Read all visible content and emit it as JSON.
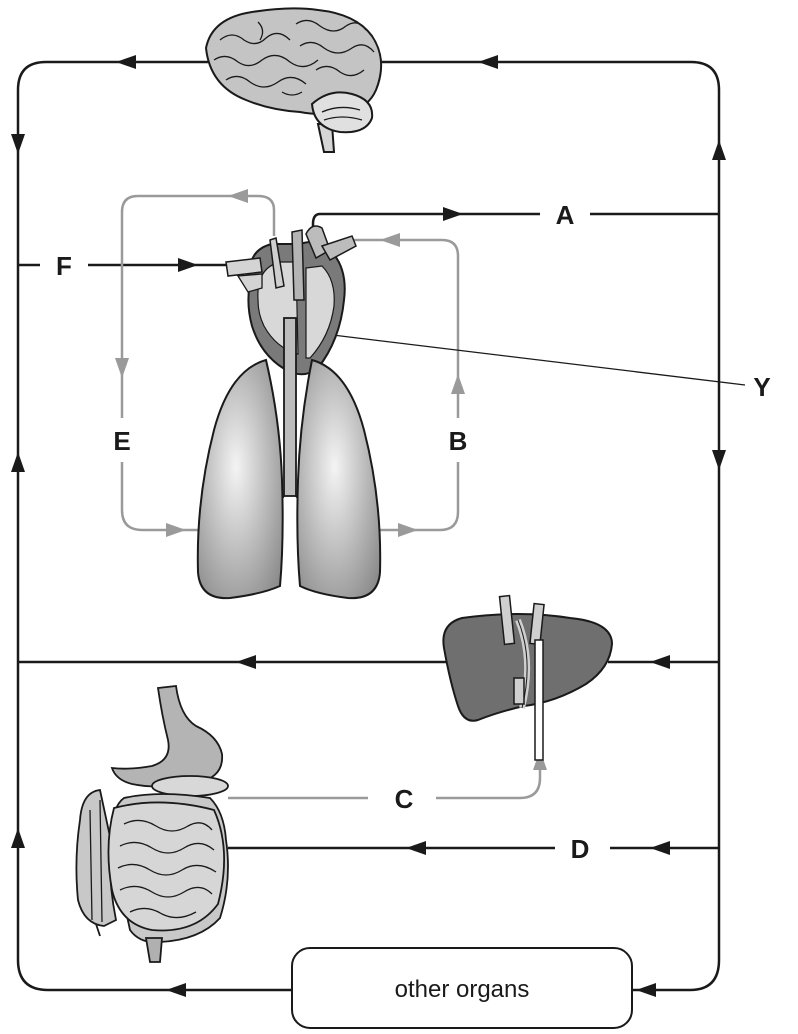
{
  "labels": {
    "A": "A",
    "B": "B",
    "C": "C",
    "D": "D",
    "E": "E",
    "F": "F",
    "Y": "Y"
  },
  "other_organs": "other organs",
  "colors": {
    "systemic": "#1a1a1a",
    "pulmonary": "#9a9a9a",
    "organ_dark": "#6f6f6f",
    "organ_mid": "#9c9c9c",
    "organ_light": "#dcdcdc"
  },
  "icons": [
    "brain-icon",
    "heart-icon",
    "lungs-icon",
    "liver-icon",
    "intestines-icon"
  ]
}
